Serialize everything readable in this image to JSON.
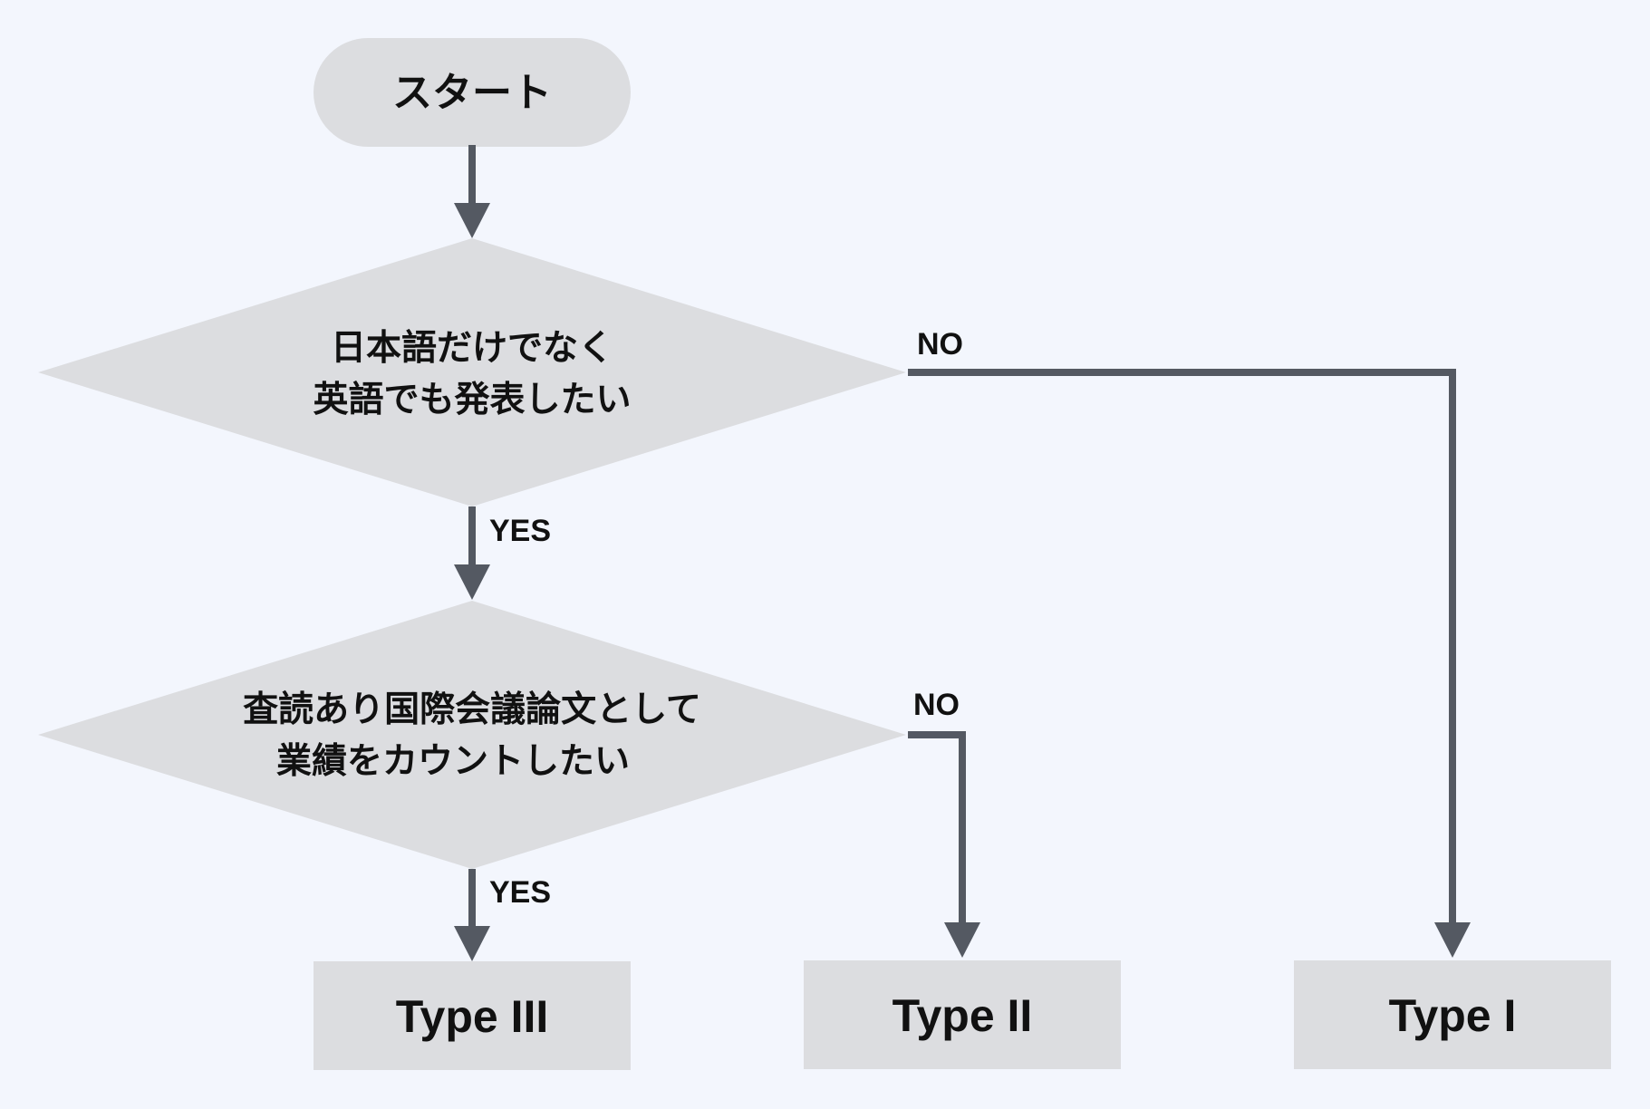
{
  "nodes": {
    "start": {
      "label": "スタート"
    },
    "decision_english": {
      "lines": [
        "日本語だけでなく",
        "英語でも発表したい"
      ]
    },
    "decision_peer_review": {
      "lines": [
        "査読あり国際会議論文として",
        "業績をカウントしたい"
      ]
    },
    "type_3": {
      "label": "Type III"
    },
    "type_2": {
      "label": "Type II"
    },
    "type_1": {
      "label": "Type I"
    }
  },
  "edges": {
    "english_no": {
      "label": "NO"
    },
    "english_yes": {
      "label": "YES"
    },
    "peer_no": {
      "label": "NO"
    },
    "peer_yes": {
      "label": "YES"
    }
  },
  "colors": {
    "background": "#f3f6fd",
    "node_fill": "#dcdde0",
    "connector": "#545962",
    "text": "#111111"
  }
}
